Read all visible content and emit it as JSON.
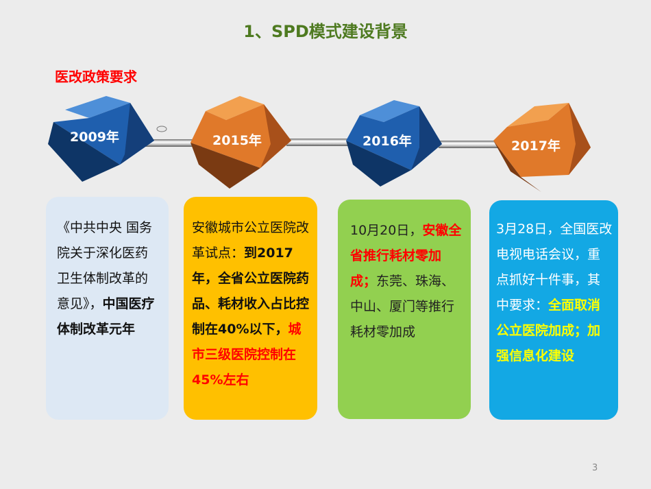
{
  "slide": {
    "title": "1、SPD模式建设背景",
    "subtitle": "医改政策要求",
    "page_number": "3"
  },
  "timeline": [
    {
      "year": "2009年",
      "color": "blue"
    },
    {
      "year": "2015年",
      "color": "orange"
    },
    {
      "year": "2016年",
      "color": "blue"
    },
    {
      "year": "2017年",
      "color": "orange"
    }
  ],
  "colors": {
    "title": "#4e7a20",
    "subtitle": "#ff0000",
    "card1": "#dde8f4",
    "card2": "#ffc000",
    "card3": "#92d050",
    "card4": "#13a8e4",
    "cube_blue": "#1f5fae",
    "cube_orange": "#e0792a"
  },
  "cards": {
    "c1": {
      "normal": "《中共中央 国务院关于深化医药卫生体制改革的意见》，",
      "bold": "中国医疗体制改革元年"
    },
    "c2": {
      "normal": "安徽城市公立医院改革试点：",
      "bold": "到2017年，全省公立医院药品、耗材收入占比控制在40%以下，",
      "red": "城市三级医院控制在45%左右"
    },
    "c3": {
      "normal1": "10月20日，",
      "red": "安徽全省推行耗材零加成；",
      "normal2": "东莞、珠海、中山、厦门等推行耗材零加成"
    },
    "c4": {
      "normal": "3月28日，全国医改电视电话会议，重点抓好十件事，其中要求：",
      "yellow": "全面取消公立医院加成；加强信息化建设"
    }
  }
}
